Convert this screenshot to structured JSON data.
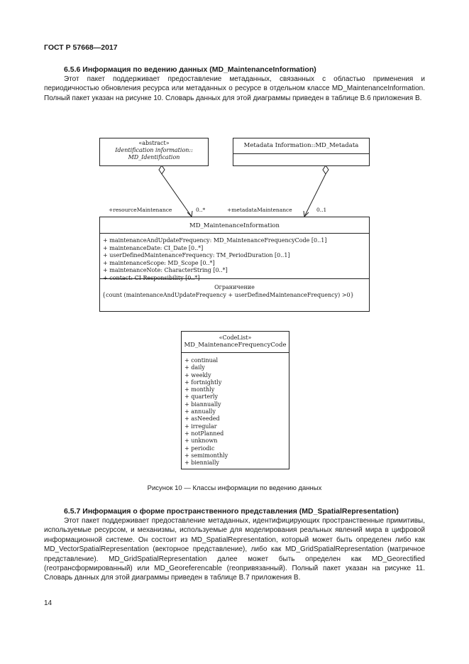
{
  "header": {
    "standard": "ГОСТ Р 57668—2017"
  },
  "section1": {
    "title": "6.5.6 Информация по ведению данных (MD_MaintenanceInformation)",
    "paragraph": "Этот пакет поддерживает предоставление метаданных, связанных с областью применения и периодичностью обновления ресурса или метаданных о ресурсе в отдельном классе MD_MaintenanceInformation. Полный пакет указан на рисунке 10. Словарь данных для этой диаграммы приведен в таблице В.6 приложения В."
  },
  "diagram": {
    "identification": {
      "stereotype": "«abstract»",
      "name_line1": "Identification information::",
      "name_line2": "MD_Identification"
    },
    "metadata": {
      "name": "Metadata Information::MD_Metadata"
    },
    "assoc_left": {
      "role": "+resourceMaintenance",
      "mult": "0..*"
    },
    "assoc_right": {
      "role": "+metadataMaintenance",
      "mult": "0..1"
    },
    "maintenance": {
      "name": "MD_MaintenanceInformation",
      "attributes": [
        "+  maintenanceAndUpdateFrequency: MD_MaintenanceFrequencyCode [0..1]",
        "+  maintenanceDate: CI_Date [0..*]",
        "+  userDefinedMaintenanceFrequency: TM_PeriodDuration [0..1]",
        "+  maintenanceScope: MD_Scope [0..*]",
        "+  maintenanceNote: CharacterString [0..*]",
        "+  contact: CI Responsibility [0..*]"
      ],
      "constraint_title": "Ограничение",
      "constraint_text": "{count (maintenanceAndUpdateFrequency + userDefinedMaintenanceFrequency) >0}"
    },
    "codelist": {
      "stereotype": "«CodeList»",
      "name": "MD_MaintenanceFrequencyCode",
      "values": [
        "+  continual",
        "+  daily",
        "+  weekly",
        "+  fortnightly",
        "+  monthly",
        "+  quarterly",
        "+  biannually",
        "+  annually",
        "+  asNeeded",
        "+  irregular",
        "+  notPlanned",
        "+  unknown",
        "+  periodic",
        "+  semimonthly",
        "+  biennially"
      ]
    }
  },
  "figure_caption": "Рисунок 10 — Классы информации по ведению данных",
  "section2": {
    "title": "6.5.7 Информация о форме пространственного представления (MD_SpatialRepresentation)",
    "paragraph": "Этот пакет поддерживает предоставление метаданных, идентифицирующих пространственные примитивы, используемые ресурсом, и механизмы, используемые для моделирования реальных явлений мира в цифровой информационной системе. Он состоит из MD_SpatialRepresentation, который может быть определен либо как MD_VectorSpatialRepresentation (векторное представление), либо как MD_GridSpatialRepresentation (матричное представление). MD_GridSpatialRepresentation далее может быть определен как MD_Georectified (геотрансформированный) или MD_Georeferencable (геопривязанный). Полный пакет указан на рисунке 11. Словарь данных для этой диаграммы приведен в таблице В.7 приложения В."
  },
  "page_number": "14"
}
